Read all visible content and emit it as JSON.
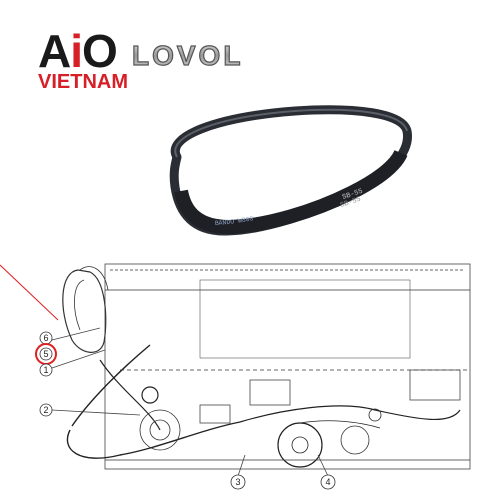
{
  "logo": {
    "brand_a": "A",
    "brand_i": "i",
    "brand_o": "O",
    "subtitle": "VIETNAM",
    "partner": "LOVOL",
    "colors": {
      "primary_red": "#d61f26",
      "dark": "#1a1a1a",
      "lovol_gray": "#b0b0b0"
    }
  },
  "belt": {
    "print_left": "BANDO W800",
    "print_left_2": "BANDO W800",
    "print_right": "SB-55",
    "print_right_2": "SB-55",
    "color": "#2a2d33"
  },
  "diagram": {
    "callouts": [
      "6",
      "5",
      "1",
      "2",
      "3",
      "4"
    ],
    "highlight_callout": "5",
    "highlight_color": "#e02020"
  }
}
